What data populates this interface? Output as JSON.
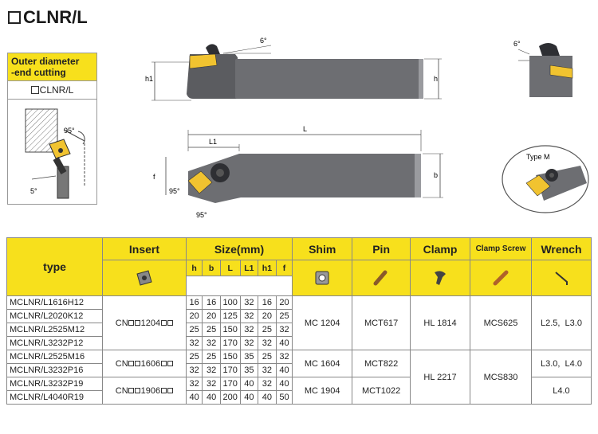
{
  "title": {
    "prefix_box": true,
    "text": "CLNR/L"
  },
  "side_panel": {
    "heading_line1": "Outer diameter",
    "heading_line2": "-end cutting",
    "code": "CLNR/L",
    "angle_label_1": "95°",
    "angle_label_2": "5°"
  },
  "top_view": {
    "angle_label": "6°",
    "h1_label": "h1",
    "h_label": "h"
  },
  "side_view": {
    "angle_label": "6°"
  },
  "plan_view": {
    "L_label": "L",
    "L1_label": "L1",
    "f_label": "f",
    "b_label": "b",
    "angle_1": "95°",
    "angle_2": "95°"
  },
  "type_m": {
    "label": "Type M"
  },
  "table": {
    "headers": {
      "type": "type",
      "insert": "Insert",
      "size": "Size(mm)",
      "shim": "Shim",
      "pin": "Pin",
      "clamp": "Clamp",
      "clamp_screw": "Clamp Screw",
      "wrench": "Wrench"
    },
    "size_cols": [
      "h",
      "b",
      "L",
      "L1",
      "h1",
      "f"
    ],
    "icons": {
      "insert": "insert-icon",
      "shim": "shim-icon",
      "pin": "pin-icon",
      "clamp": "clamp-icon",
      "clamp_screw": "clamp-screw-icon",
      "wrench": "wrench-icon"
    },
    "rows": [
      {
        "type": "MCLNR/L1616H12",
        "size": [
          "16",
          "16",
          "100",
          "32",
          "16",
          "20"
        ]
      },
      {
        "type": "MCLNR/L2020K12",
        "size": [
          "20",
          "20",
          "125",
          "32",
          "20",
          "25"
        ]
      },
      {
        "type": "MCLNR/L2525M12",
        "size": [
          "25",
          "25",
          "150",
          "32",
          "25",
          "32"
        ]
      },
      {
        "type": "MCLNR/L3232P12",
        "size": [
          "32",
          "32",
          "170",
          "32",
          "32",
          "40"
        ]
      },
      {
        "type": "MCLNR/L2525M16",
        "size": [
          "25",
          "25",
          "150",
          "35",
          "25",
          "32"
        ]
      },
      {
        "type": "MCLNR/L3232P16",
        "size": [
          "32",
          "32",
          "170",
          "35",
          "32",
          "40"
        ]
      },
      {
        "type": "MCLNR/L3232P19",
        "size": [
          "32",
          "32",
          "170",
          "40",
          "32",
          "40"
        ]
      },
      {
        "type": "MCLNR/L4040R19",
        "size": [
          "40",
          "40",
          "200",
          "40",
          "40",
          "50"
        ]
      }
    ],
    "groups": {
      "insert": [
        {
          "prefix": "CN",
          "code": "1204"
        },
        {
          "prefix": "CN",
          "code": "1606"
        },
        {
          "prefix": "CN",
          "code": "1906"
        }
      ],
      "shim": [
        "MC 1204",
        "MC 1604",
        "MC 1904"
      ],
      "pin": [
        "MCT617",
        "MCT822",
        "MCT1022"
      ],
      "clamp": [
        "HL 1814",
        "HL 2217"
      ],
      "clamp_screw": [
        "MCS625",
        "MCS830"
      ],
      "wrench": [
        "L2.5,  L3.0",
        "L3.0,  L4.0",
        "L4.0"
      ]
    }
  }
}
